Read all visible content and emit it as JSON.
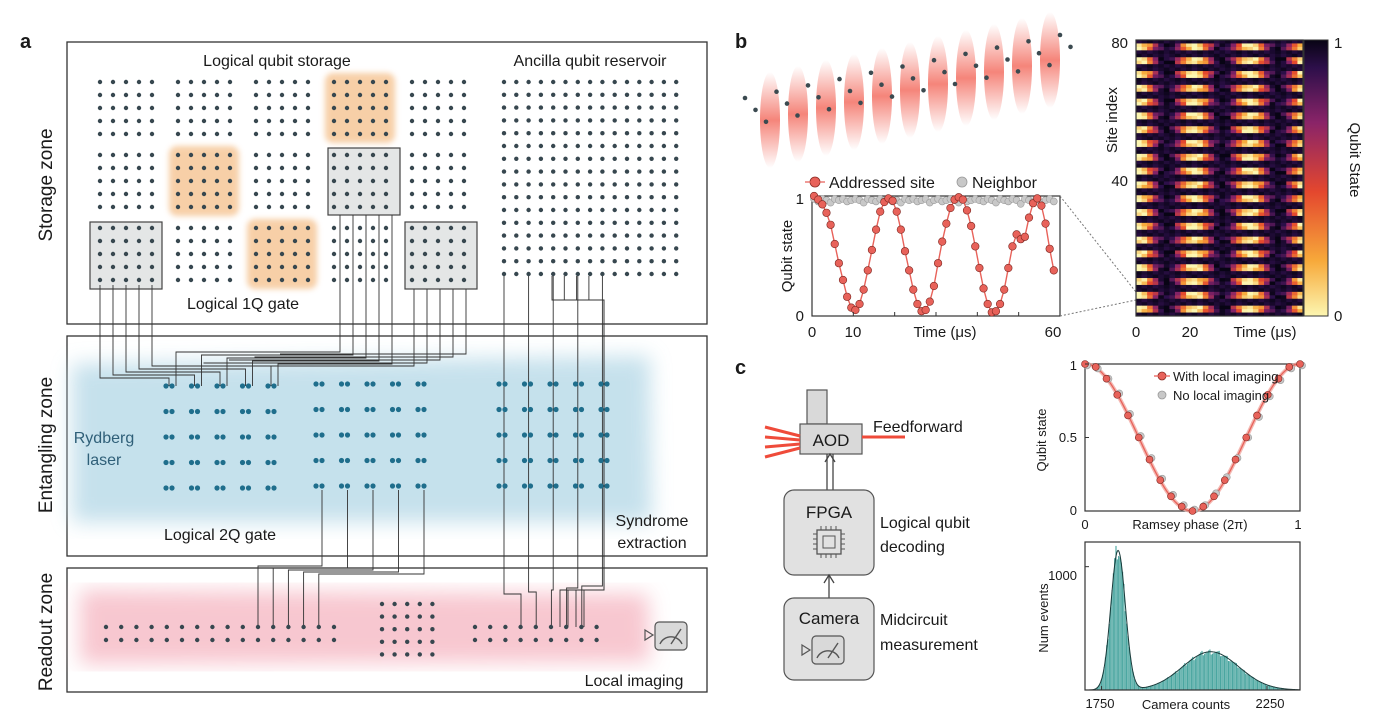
{
  "panels": {
    "a": "a",
    "b": "b",
    "c": "c"
  },
  "zones": {
    "storage": "Storage zone",
    "entangling": "Entangling zone",
    "readout": "Readout zone"
  },
  "labels": {
    "logical_storage": "Logical qubit storage",
    "ancilla_reservoir": "Ancilla qubit reservoir",
    "logical_1q": "Logical 1Q gate",
    "rydberg_1": "Rydberg",
    "rydberg_2": "laser",
    "logical_2q": "Logical 2Q gate",
    "syndrome_1": "Syndrome",
    "syndrome_2": "extraction",
    "local_imaging": "Local imaging"
  },
  "colors": {
    "atom": "#37474f",
    "atom_blue": "#1f6e8c",
    "highlight_orange": "#f5c08a",
    "entangle_bg": "#b9dbe8",
    "readout_bg": "#f6c3cc",
    "addressed": "#e8625a",
    "neighbor": "#c8c8c8",
    "histogram": "#4aa6a0",
    "fit_line": "#1a3a3a"
  },
  "panel_c": {
    "aod": "AOD",
    "feedforward": "Feedforward",
    "fpga": "FPGA",
    "decoding_1": "Logical qubit",
    "decoding_2": "decoding",
    "camera": "Camera",
    "midcircuit_1": "Midcircuit",
    "midcircuit_2": "measurement"
  },
  "chart_data": [
    {
      "type": "scatter",
      "title": "",
      "xlabel": "Time (μs)",
      "ylabel": "Qubit state",
      "xlim": [
        0,
        60
      ],
      "ylim": [
        0,
        1
      ],
      "xticks": [
        "0",
        "10",
        "60"
      ],
      "yticks": [
        "0",
        "1"
      ],
      "legend": "top",
      "series": [
        {
          "name": "Addressed site",
          "x": [
            0.5,
            1.5,
            2.5,
            3.5,
            4.5,
            5.5,
            6.5,
            7.5,
            8.5,
            9.5,
            10.5,
            11.5,
            12.5,
            13.5,
            14.5,
            15.5,
            16.5,
            17.5,
            18.5,
            19.5,
            20.5,
            21.5,
            22.5,
            23.5,
            24.5,
            25.5,
            26.5,
            27.5,
            28.5,
            29.5,
            30.5,
            31.5,
            32.5,
            33.5,
            34.5,
            35.5,
            36.5,
            37.5,
            38.5,
            39.5,
            40.5,
            41.5,
            42.5,
            43.5,
            44.5,
            45.5,
            46.5,
            47.5,
            48.5,
            49.5,
            50.5,
            51.5,
            52.5,
            53.5,
            54.5,
            55.5,
            56.5,
            57.5,
            58.5
          ],
          "y": [
            1.0,
            0.97,
            0.93,
            0.86,
            0.76,
            0.6,
            0.44,
            0.3,
            0.16,
            0.07,
            0.05,
            0.1,
            0.22,
            0.38,
            0.55,
            0.72,
            0.87,
            0.95,
            0.98,
            0.96,
            0.87,
            0.72,
            0.54,
            0.38,
            0.22,
            0.1,
            0.04,
            0.05,
            0.12,
            0.25,
            0.44,
            0.62,
            0.77,
            0.9,
            0.97,
            0.99,
            0.97,
            0.88,
            0.75,
            0.58,
            0.4,
            0.23,
            0.1,
            0.03,
            0.04,
            0.1,
            0.22,
            0.4,
            0.58,
            0.68,
            0.64,
            0.66,
            0.82,
            0.94,
            0.98,
            0.92,
            0.77,
            0.56,
            0.38
          ]
        },
        {
          "name": "Neighbor",
          "x": [
            0.5,
            1.5,
            2.5,
            3.5,
            4.5,
            5.5,
            6.5,
            7.5,
            8.5,
            9.5,
            10.5,
            11.5,
            12.5,
            13.5,
            14.5,
            15.5,
            16.5,
            17.5,
            18.5,
            19.5,
            20.5,
            21.5,
            22.5,
            23.5,
            24.5,
            25.5,
            26.5,
            27.5,
            28.5,
            29.5,
            30.5,
            31.5,
            32.5,
            33.5,
            34.5,
            35.5,
            36.5,
            37.5,
            38.5,
            39.5,
            40.5,
            41.5,
            42.5,
            43.5,
            44.5,
            45.5,
            46.5,
            47.5,
            48.5,
            49.5,
            50.5,
            51.5,
            52.5,
            53.5,
            54.5,
            55.5,
            56.5,
            57.5,
            58.5
          ],
          "y": [
            1.0,
            0.98,
            1.0,
            0.99,
            0.97,
            1.0,
            0.99,
            1.0,
            0.98,
            0.99,
            1.0,
            0.99,
            0.97,
            1.0,
            0.99,
            0.98,
            1.0,
            0.99,
            1.0,
            0.98,
            0.99,
            0.97,
            1.0,
            0.99,
            1.0,
            0.98,
            0.99,
            1.0,
            0.97,
            0.99,
            1.0,
            0.98,
            0.99,
            1.0,
            0.99,
            0.97,
            1.0,
            0.98,
            0.99,
            1.0,
            0.99,
            0.98,
            1.0,
            0.99,
            0.97,
            1.0,
            0.99,
            0.98,
            1.0,
            0.99,
            0.96,
            1.0,
            0.99,
            0.98,
            1.0,
            0.97,
            0.99,
            1.0,
            0.98
          ]
        }
      ]
    },
    {
      "type": "heatmap",
      "title": "",
      "xlabel": "Time (μs)",
      "ylabel": "Site index",
      "xticks": [
        "0",
        "20"
      ],
      "yticks": [
        "40",
        "80"
      ],
      "colorbar_label": "Qubit State",
      "colorbar_ticks": [
        "0",
        "1"
      ],
      "rows": 80,
      "note_pattern": "rows of addressed sites oscillate; dark rows between"
    },
    {
      "type": "line",
      "title": "",
      "xlabel": "Ramsey phase (2π)",
      "ylabel": "Qubit state",
      "xlim": [
        0,
        1
      ],
      "ylim": [
        0,
        1
      ],
      "xticks": [
        "0",
        "1"
      ],
      "yticks": [
        "0",
        "0.5",
        "1"
      ],
      "legend": "top-right",
      "series": [
        {
          "name": "With local imaging",
          "x": [
            0,
            0.05,
            0.1,
            0.15,
            0.2,
            0.25,
            0.3,
            0.35,
            0.4,
            0.45,
            0.5,
            0.55,
            0.6,
            0.65,
            0.7,
            0.75,
            0.8,
            0.85,
            0.9,
            0.95,
            1.0
          ],
          "y": [
            1.0,
            0.98,
            0.9,
            0.79,
            0.65,
            0.5,
            0.35,
            0.21,
            0.1,
            0.03,
            0.0,
            0.03,
            0.1,
            0.21,
            0.35,
            0.5,
            0.65,
            0.79,
            0.9,
            0.98,
            1.0
          ]
        },
        {
          "name": "No local imaging",
          "x": [
            0,
            0.05,
            0.1,
            0.15,
            0.2,
            0.25,
            0.3,
            0.35,
            0.4,
            0.45,
            0.5,
            0.55,
            0.6,
            0.65,
            0.7,
            0.75,
            0.8,
            0.85,
            0.9,
            0.95,
            1.0
          ],
          "y": [
            0.99,
            0.97,
            0.9,
            0.8,
            0.66,
            0.51,
            0.36,
            0.22,
            0.11,
            0.04,
            0.01,
            0.04,
            0.12,
            0.23,
            0.36,
            0.5,
            0.64,
            0.78,
            0.89,
            0.97,
            0.99
          ]
        }
      ]
    },
    {
      "type": "bar",
      "title": "",
      "xlabel": "Camera counts",
      "ylabel": "Num events",
      "xlim": [
        1700,
        2350
      ],
      "ylim": [
        0,
        1200
      ],
      "xticks": [
        "1750",
        "2250"
      ],
      "yticks": [
        "1000"
      ],
      "peaks": [
        {
          "center": 1800,
          "height": 1130,
          "width": 22
        },
        {
          "center": 2080,
          "height": 310,
          "width": 85
        }
      ]
    }
  ]
}
